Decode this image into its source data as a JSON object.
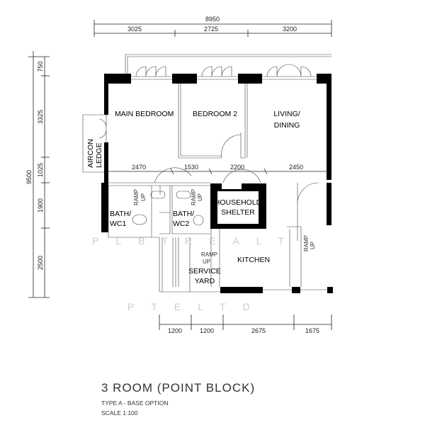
{
  "dimensions": {
    "overall_width": "8950",
    "top": [
      "3025",
      "2725",
      "3200"
    ],
    "overall_height": "9500",
    "left": [
      "750",
      "3325",
      "1025",
      "1900",
      "2500"
    ],
    "inner": [
      "2470",
      "1530",
      "2200",
      "2450"
    ],
    "bottom": [
      "1200",
      "1200",
      "2675",
      "1675"
    ]
  },
  "rooms": {
    "main_bedroom": "MAIN BEDROOM",
    "bedroom2": "BEDROOM 2",
    "living1": "LIVING/",
    "living2": "DINING",
    "aircon1": "AIRCON",
    "aircon2": "LEDGE",
    "bath1a": "BATH/",
    "bath1b": "WC1",
    "bath2a": "BATH/",
    "bath2b": "WC2",
    "shelter1": "HOUSEHOLD",
    "shelter2": "SHELTER",
    "kitchen": "KITCHEN",
    "yard1": "SERVICE",
    "yard2": "YARD",
    "ramp": "RAMP",
    "up": "UP"
  },
  "title": {
    "main": "3 ROOM (POINT BLOCK)",
    "type": "TYPE A - BASE OPTION",
    "scale": "SCALE 1:100"
  }
}
